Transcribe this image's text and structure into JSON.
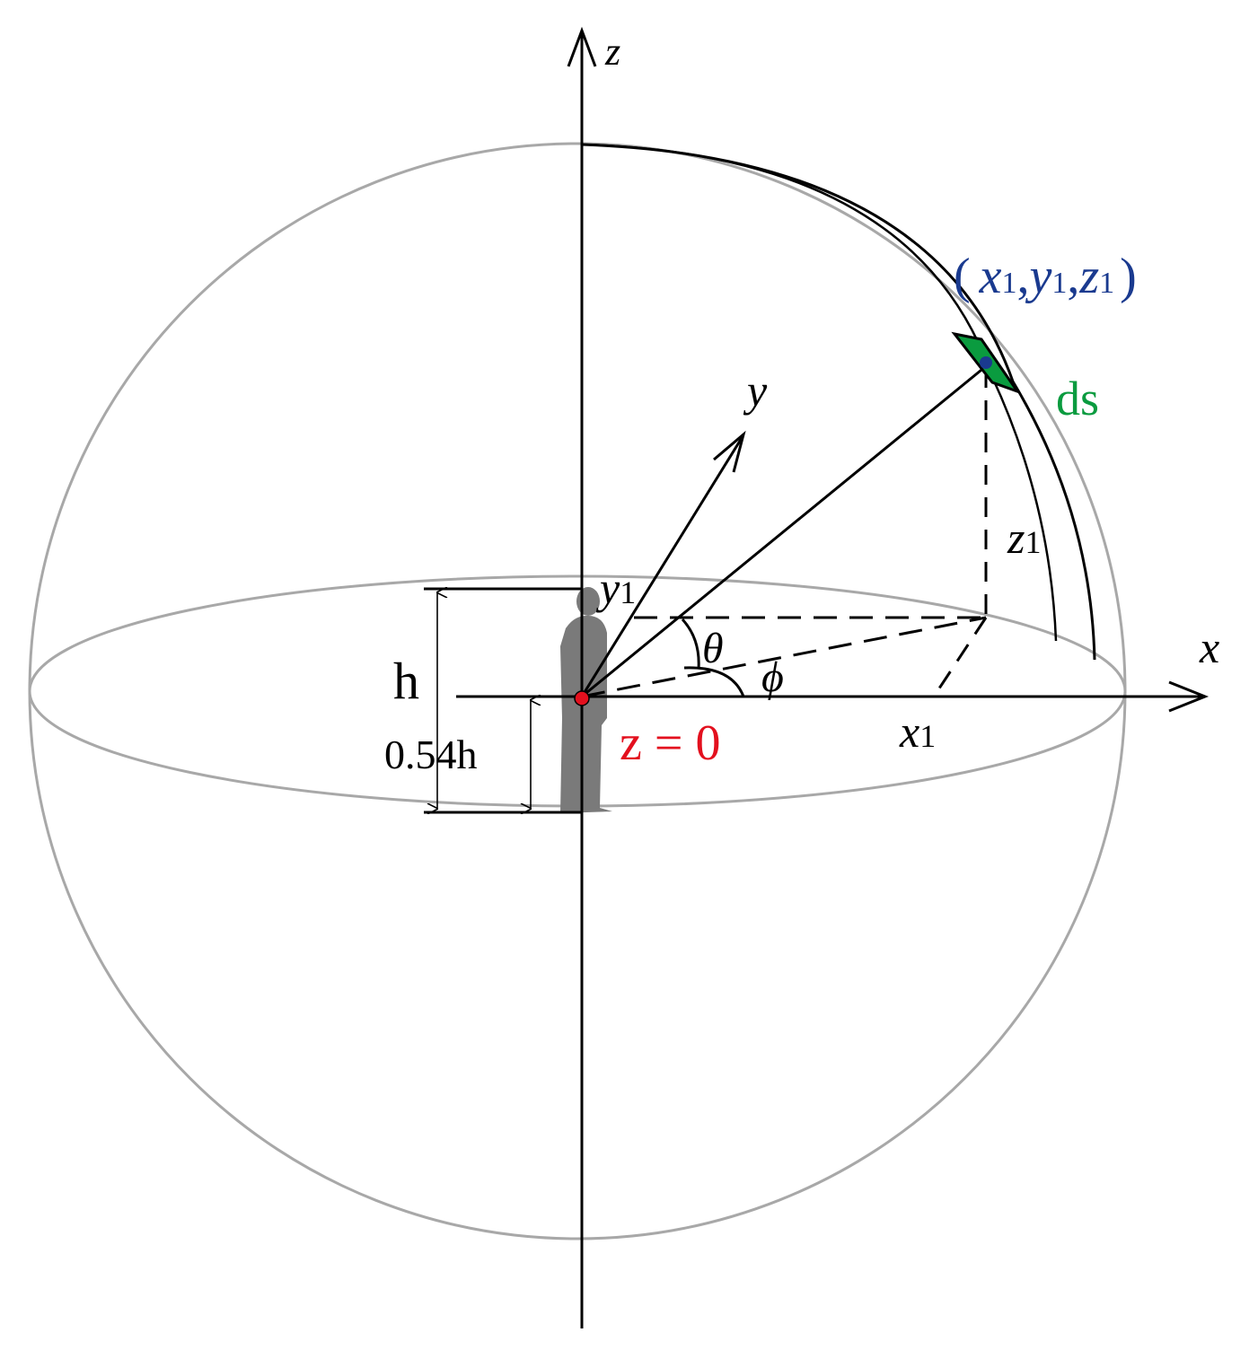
{
  "diagram": {
    "type": "spherical-coordinate-geometry",
    "axes": {
      "z_label": "z",
      "y_label": "y",
      "x_label": "x"
    },
    "point": {
      "label_open": "(",
      "x": "x",
      "x_sub": "1",
      "comma1": ",",
      "y": "y",
      "y_sub": "1",
      "comma2": ",",
      "z": "z",
      "z_sub": "1",
      "label_close": ")",
      "color": "#1a3a8f"
    },
    "surface_element": {
      "label": "ds",
      "color": "#0a9b3f"
    },
    "projections": {
      "z1": "z",
      "z1_sub": "1",
      "y1": "y",
      "y1_sub": "1",
      "x1": "x",
      "x1_sub": "1"
    },
    "angles": {
      "theta": "θ",
      "phi": "ϕ"
    },
    "dimensions": {
      "height": "h",
      "eye_height": "0.54h"
    },
    "origin": {
      "label": "z = 0",
      "color": "#e3101e"
    },
    "colors": {
      "sphere": "#a8a8a8",
      "lines": "#000000",
      "person": "#7a7a7a"
    }
  }
}
